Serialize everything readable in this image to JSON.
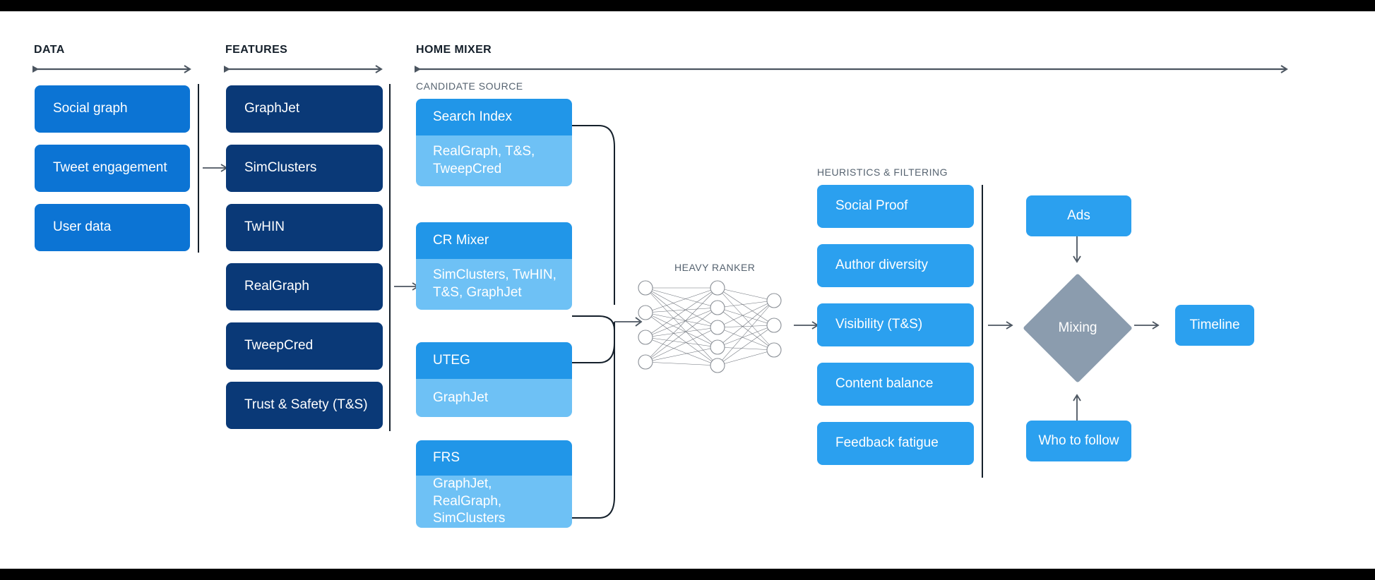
{
  "phases": [
    {
      "name": "DATA",
      "label": "DATA"
    },
    {
      "name": "FEATURES",
      "label": "FEATURES"
    },
    {
      "name": "HOME MIXER",
      "label": "HOME MIXER"
    }
  ],
  "captions": {
    "candidate_source": "CANDIDATE SOURCE",
    "heavy_ranker": "HEAVY RANKER",
    "heuristics": "HEURISTICS & FILTERING"
  },
  "data_nodes": [
    {
      "label": "Social graph"
    },
    {
      "label": "Tweet engagement"
    },
    {
      "label": "User data"
    }
  ],
  "feature_nodes": [
    {
      "label": "GraphJet"
    },
    {
      "label": "SimClusters"
    },
    {
      "label": "TwHIN"
    },
    {
      "label": "RealGraph"
    },
    {
      "label": "TweepCred"
    },
    {
      "label": "Trust & Safety (T&S)"
    }
  ],
  "candidate_sources": [
    {
      "title": "Search Index",
      "features": "RealGraph, T&S, TweepCred"
    },
    {
      "title": "CR Mixer",
      "features": "SimClusters, TwHIN, T&S, GraphJet"
    },
    {
      "title": "UTEG",
      "features": "GraphJet"
    },
    {
      "title": "FRS",
      "features": "GraphJet, RealGraph, SimClusters"
    }
  ],
  "heuristic_nodes": [
    {
      "label": "Social Proof"
    },
    {
      "label": "Author diversity"
    },
    {
      "label": "Visibility (T&S)"
    },
    {
      "label": "Content balance"
    },
    {
      "label": "Feedback fatigue"
    }
  ],
  "mixing": {
    "ads_label": "Ads",
    "diamond_label": "Mixing",
    "who_to_follow_label": "Who to follow",
    "timeline_label": "Timeline"
  },
  "neural_network": {
    "layers": [
      4,
      5,
      3
    ],
    "node_fill": "#ffffff",
    "node_stroke": "#8a8f96",
    "edge_stroke": "#6b7078"
  },
  "colors": {
    "data_box": "#0c74d4",
    "feature_box": "#0a3977",
    "candidate_head": "#2196e8",
    "candidate_body": "#6ec1f5",
    "heuristic_box": "#2ba0ef",
    "output_box": "#2ba0ef",
    "diamond": "#8b9cae",
    "rule": "#4b5560",
    "divider": "#15202b",
    "caption_text": "#566370",
    "title_text": "#15202b",
    "letterbox": "#000000",
    "paper": "#ffffff"
  }
}
